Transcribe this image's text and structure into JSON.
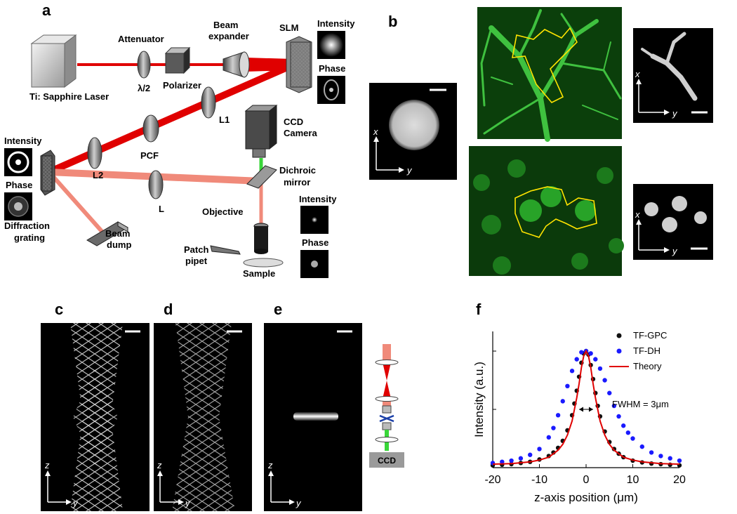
{
  "panels": {
    "a": "a",
    "b": "b",
    "c": "c",
    "d": "d",
    "e": "e",
    "f": "f"
  },
  "setup": {
    "laser": "Ti: Sapphire Laser",
    "attenuator": "Attenuator",
    "half_wave": "λ/2",
    "polarizer": "Polarizer",
    "beam_expander_1": "Beam",
    "beam_expander_2": "expander",
    "slm": "SLM",
    "intensity": "Intensity",
    "phase": "Phase",
    "l1": "L1",
    "l2": "L2",
    "pcf": "PCF",
    "l": "L",
    "ccd_1": "CCD",
    "ccd_2": "Camera",
    "dichroic_1": "Dichroic",
    "dichroic_2": "mirror",
    "objective": "Objective",
    "patch_1": "Patch",
    "patch_2": "pipet",
    "sample": "Sample",
    "grating_1": "Diffraction",
    "grating_2": "grating",
    "dump_1": "Beam",
    "dump_2": "dump"
  },
  "axes_labels": {
    "x": "x",
    "y": "y",
    "z": "z"
  },
  "inset_e": {
    "ccd": "CCD"
  },
  "chart_data": {
    "type": "line",
    "xlabel": "z-axis position (μm)",
    "ylabel": "Intensity (a.u.)",
    "xlim": [
      -20,
      20
    ],
    "ylim": [
      0,
      1
    ],
    "xticks": [
      "-20",
      "-10",
      "0",
      "10",
      "20"
    ],
    "grid": false,
    "legend_position": "top-right",
    "annotation": "FWHM = 3μm",
    "fwhm": 3,
    "series": [
      {
        "name": "TF-GPC",
        "style": "dots",
        "color": "#111111",
        "x": [
          -20,
          -18,
          -16,
          -14,
          -12,
          -10,
          -8,
          -7,
          -6,
          -5,
          -4,
          -3,
          -2.5,
          -2,
          -1.5,
          -1,
          -0.5,
          0,
          0.5,
          1,
          1.5,
          2,
          2.5,
          3,
          4,
          5,
          6,
          7,
          8,
          10,
          12,
          14,
          16,
          18,
          20
        ],
        "y": [
          0.02,
          0.025,
          0.03,
          0.04,
          0.05,
          0.07,
          0.1,
          0.13,
          0.17,
          0.23,
          0.32,
          0.45,
          0.55,
          0.66,
          0.78,
          0.9,
          0.98,
          1.0,
          0.97,
          0.88,
          0.76,
          0.64,
          0.53,
          0.44,
          0.31,
          0.22,
          0.16,
          0.12,
          0.09,
          0.06,
          0.045,
          0.035,
          0.03,
          0.025,
          0.02
        ]
      },
      {
        "name": "TF-DH",
        "style": "dots",
        "color": "#1a1aff",
        "x": [
          -20,
          -18,
          -16,
          -14,
          -12,
          -10,
          -8,
          -7,
          -6,
          -5,
          -4,
          -3,
          -2,
          -1,
          0,
          1,
          2,
          3,
          4,
          5,
          6,
          7,
          8,
          9,
          10,
          12,
          14,
          16,
          18,
          20
        ],
        "y": [
          0.04,
          0.05,
          0.06,
          0.08,
          0.11,
          0.16,
          0.26,
          0.34,
          0.45,
          0.57,
          0.7,
          0.83,
          0.93,
          0.99,
          1.0,
          0.98,
          0.93,
          0.85,
          0.75,
          0.64,
          0.53,
          0.44,
          0.36,
          0.3,
          0.25,
          0.18,
          0.13,
          0.1,
          0.08,
          0.06
        ]
      },
      {
        "name": "Theory",
        "style": "line",
        "color": "#e00000",
        "x": [
          -20,
          -16,
          -12,
          -10,
          -8,
          -6,
          -5,
          -4,
          -3,
          -2,
          -1.5,
          -1,
          -0.5,
          0,
          0.5,
          1,
          1.5,
          2,
          3,
          4,
          5,
          6,
          8,
          10,
          12,
          16,
          20
        ],
        "y": [
          0.03,
          0.035,
          0.05,
          0.065,
          0.09,
          0.15,
          0.2,
          0.28,
          0.4,
          0.6,
          0.72,
          0.86,
          0.96,
          1.0,
          0.96,
          0.86,
          0.72,
          0.6,
          0.4,
          0.28,
          0.2,
          0.15,
          0.09,
          0.065,
          0.05,
          0.035,
          0.03
        ]
      }
    ]
  },
  "colors": {
    "beam_red": "#e00000",
    "beam_pale": "#f08a7a",
    "fluor_green": "#1fa81f",
    "sig_green": "#39d639"
  }
}
